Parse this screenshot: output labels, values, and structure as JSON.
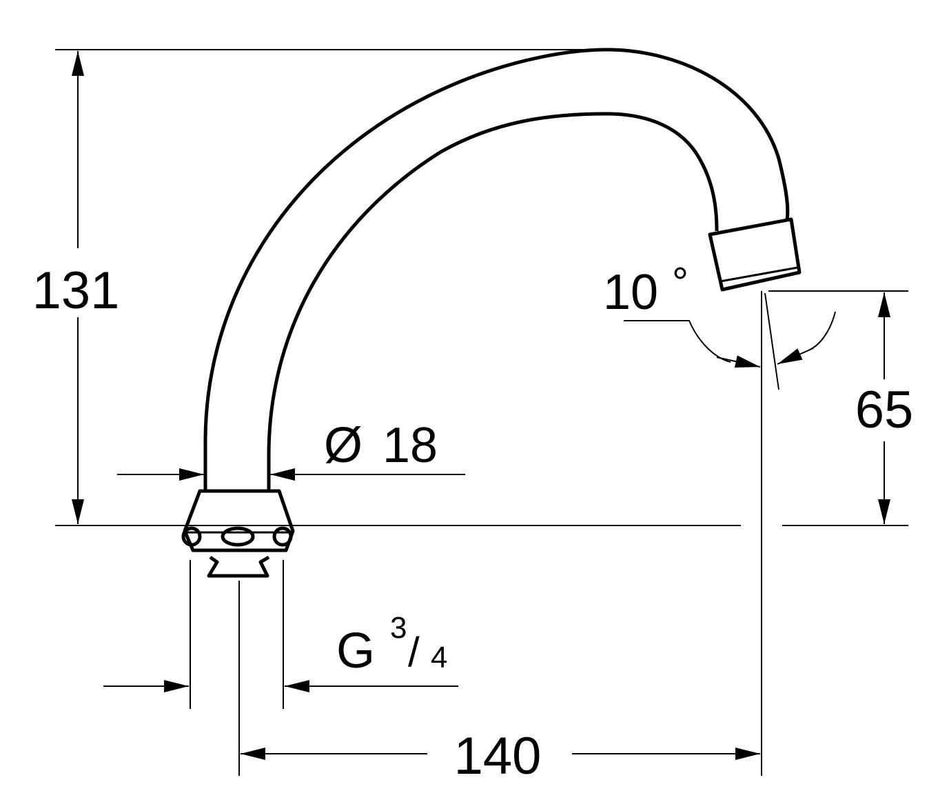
{
  "drawing": {
    "subject": "spout",
    "line_color": "#000000",
    "background": "#ffffff"
  },
  "dimensions": {
    "height_total": "131",
    "outlet_height": "65",
    "projection": "140",
    "tube_diameter_symbol": "Ø",
    "tube_diameter": "18",
    "angle": "10",
    "angle_unit": "°",
    "thread_prefix": "G",
    "thread_numerator": "3",
    "thread_slash": "/",
    "thread_denominator": "4"
  }
}
